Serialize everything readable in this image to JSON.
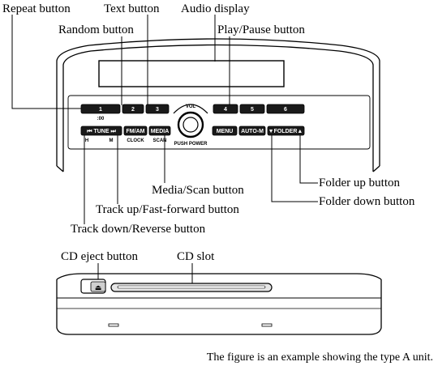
{
  "callouts": {
    "repeat": "Repeat button",
    "text": "Text button",
    "audio_display": "Audio display",
    "random": "Random button",
    "play_pause": "Play/Pause button",
    "media_scan": "Media/Scan button",
    "track_up": "Track up/Fast-forward button",
    "track_down": "Track down/Reverse button",
    "folder_up": "Folder up button",
    "folder_down": "Folder down button",
    "cd_eject": "CD eject button",
    "cd_slot": "CD slot"
  },
  "unit": {
    "presets": [
      "1",
      "2",
      "3",
      "4",
      "5",
      "6"
    ],
    "preset1_sub": ":00",
    "vol_label": "VOL",
    "push_power": "PUSH POWER",
    "tune": "⏮ TUNE ⏭",
    "tune_sub_h": "H",
    "tune_sub_m": "M",
    "fm_am": "FM/AM",
    "fm_am_sub": "CLOCK",
    "media": "MEDIA",
    "media_sub": "SCAN",
    "menu": "MENU",
    "auto_m": "AUTO-M",
    "folder": "▼FOLDER▲",
    "eject_symbol": "⏏"
  },
  "caption": "The figure is an example showing the type A unit."
}
